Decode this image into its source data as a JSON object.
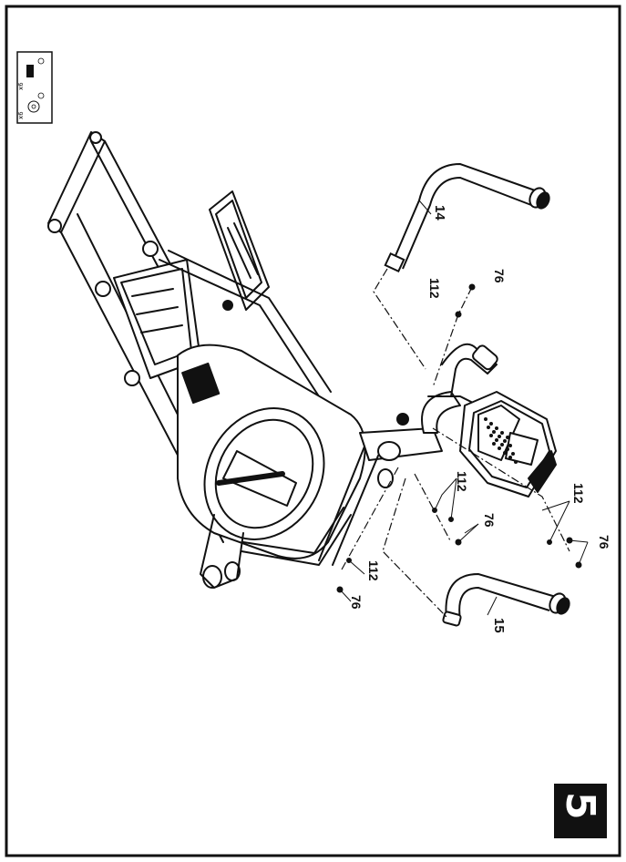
{
  "step": {
    "number": "5"
  },
  "hardware_box": {
    "items": [
      {
        "icon": "bolt-icon",
        "qty": "x6"
      },
      {
        "icon": "washer-icon",
        "qty": "x6"
      }
    ]
  },
  "callouts": {
    "part_14": "14",
    "part_15": "15",
    "bolt_a": "76",
    "washer_a": "112",
    "bolt_b": "76",
    "washer_b": "112",
    "bolt_c": "76",
    "washer_c": "112",
    "bolt_d": "76",
    "washer_d": "112"
  },
  "colors": {
    "ink": "#111111",
    "background": "#ffffff",
    "step_badge": "#111111"
  }
}
